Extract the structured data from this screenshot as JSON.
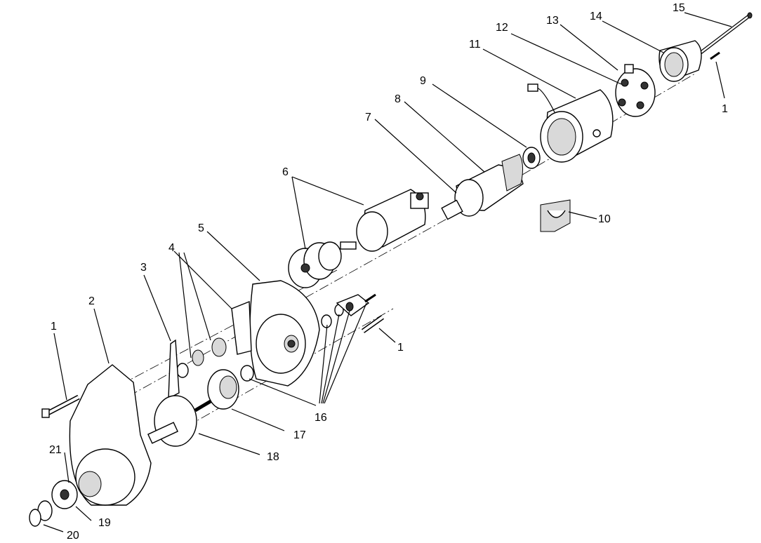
{
  "diagram": {
    "callouts": [
      "15",
      "14",
      "13",
      "12",
      "11",
      "1",
      "9",
      "8",
      "7",
      "6",
      "10",
      "5",
      "4",
      "3",
      "2",
      "1",
      "1",
      "16",
      "17",
      "18",
      "21",
      "19",
      "20"
    ],
    "colors": {
      "line": "#000000",
      "shade": "#d9d9d9",
      "background": "#ffffff"
    }
  }
}
